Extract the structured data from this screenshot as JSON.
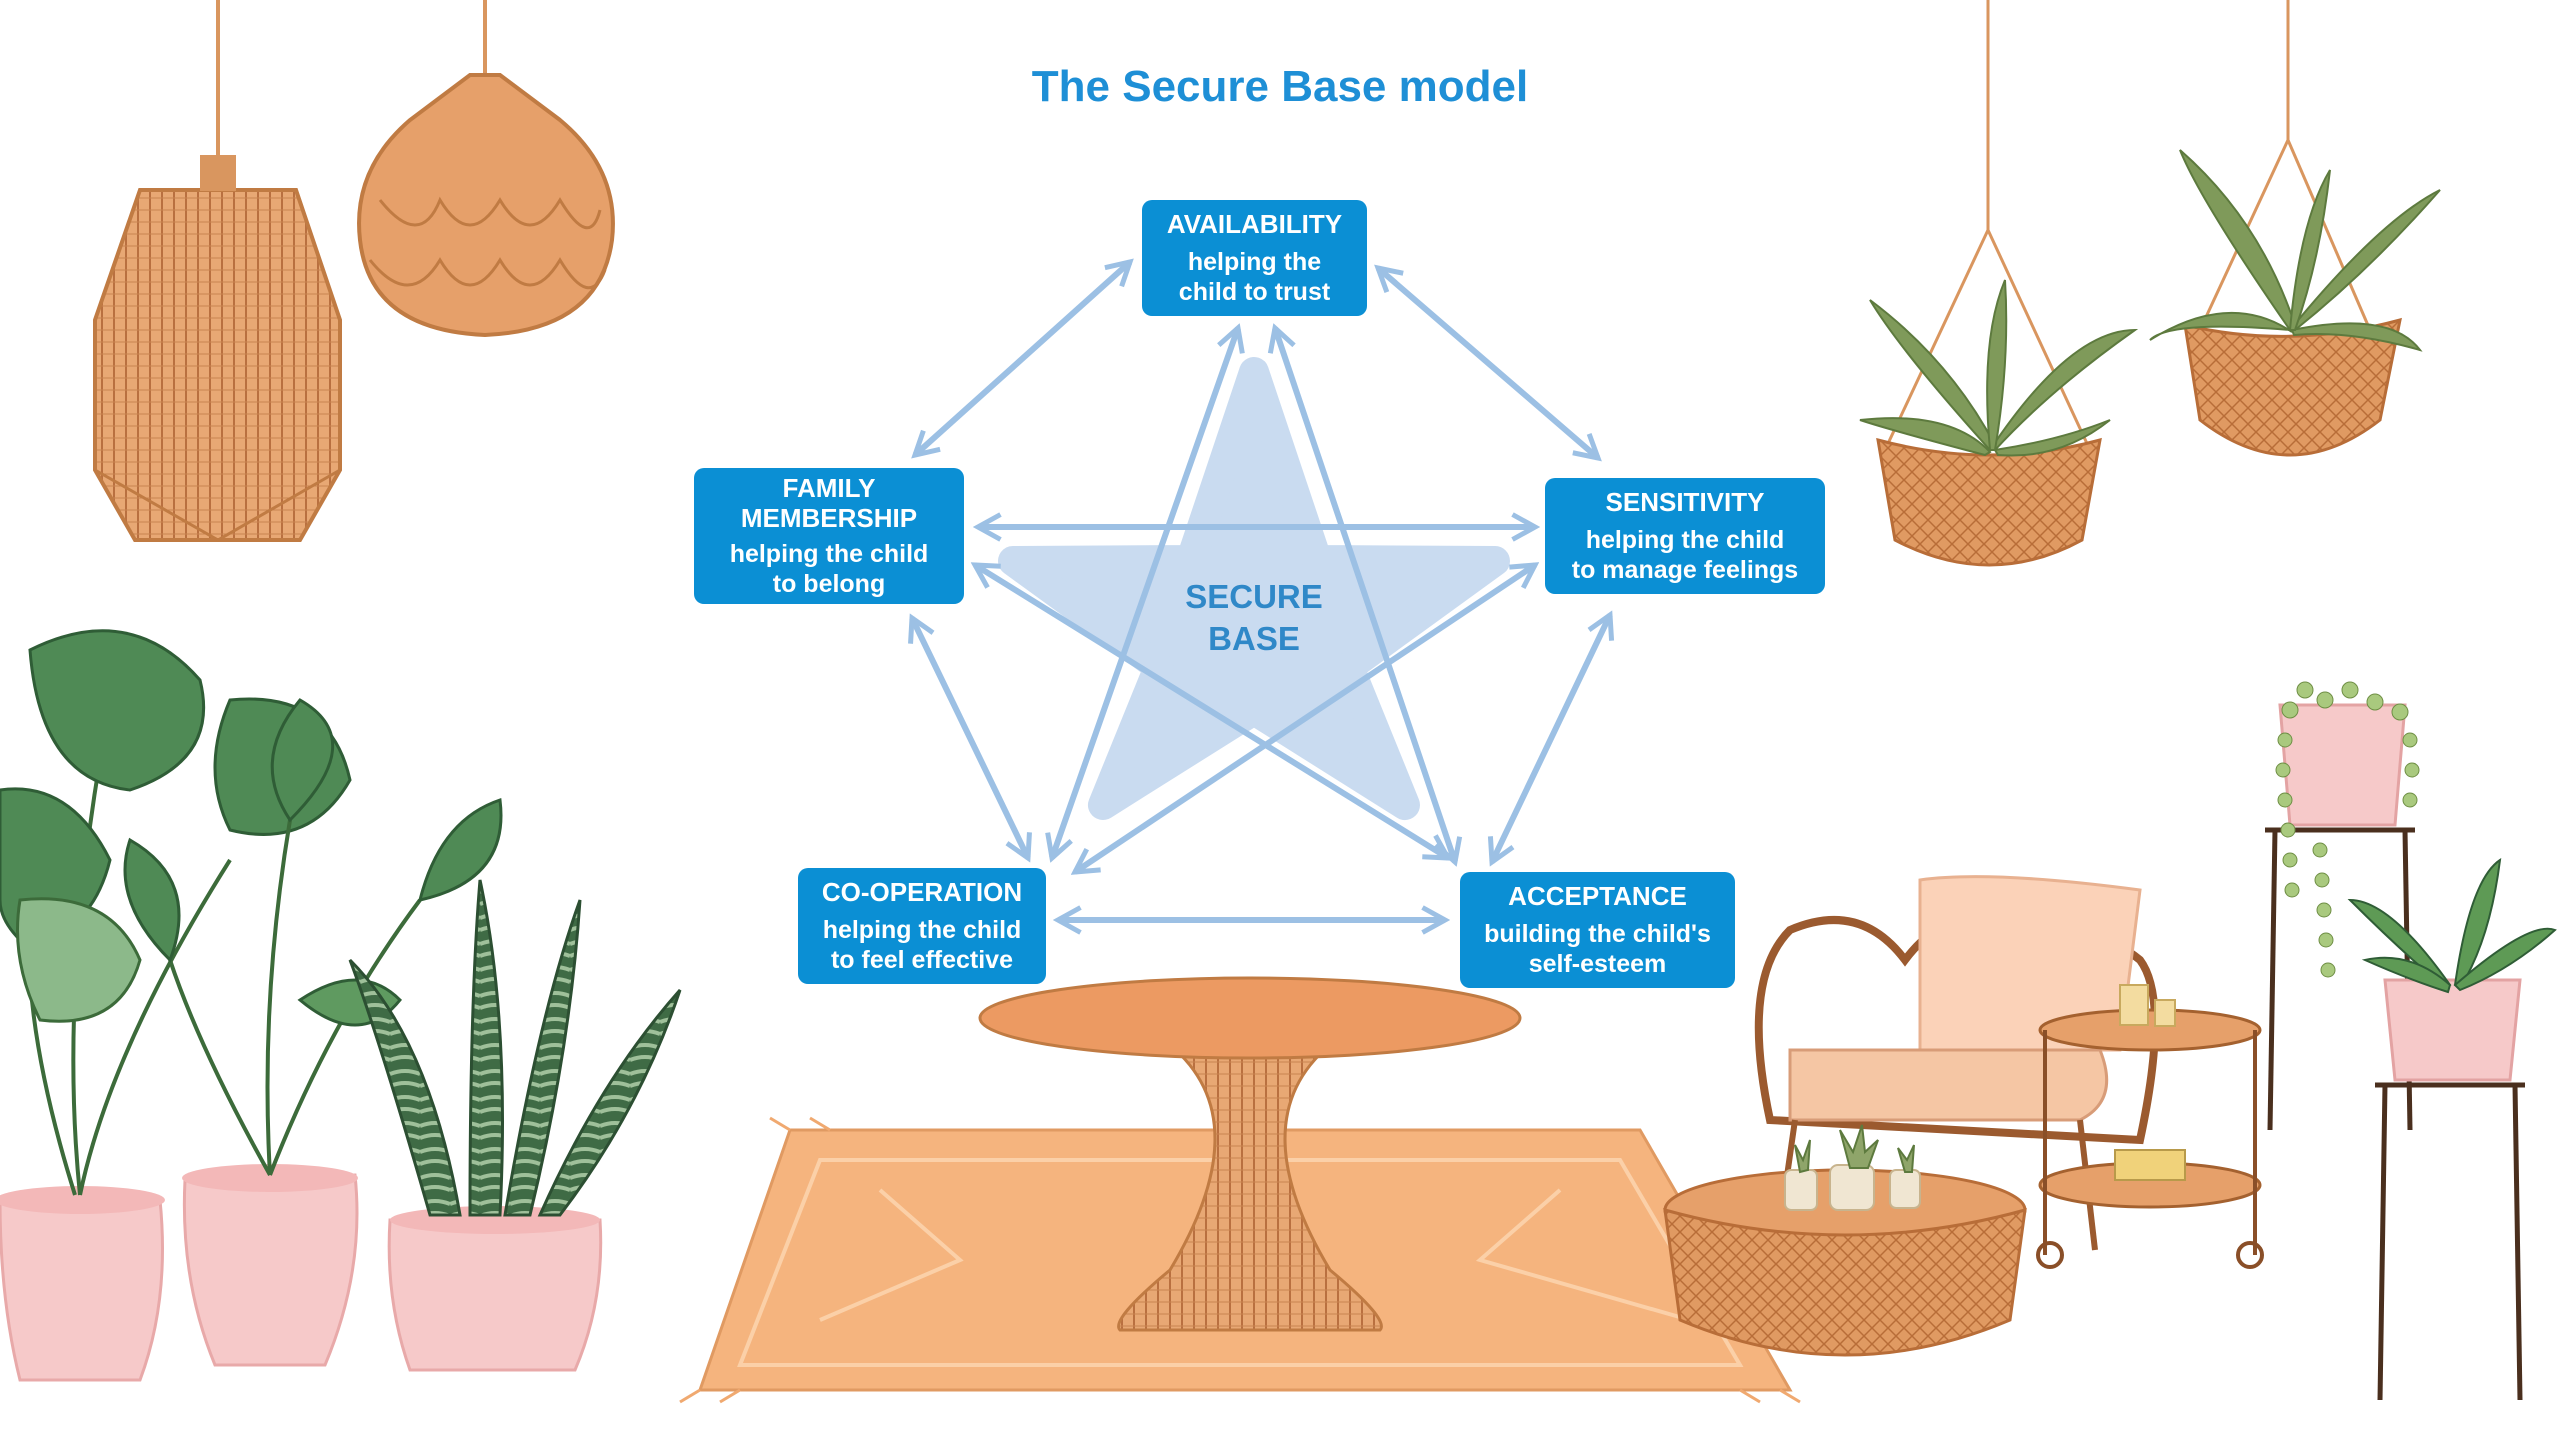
{
  "title": "The Secure Base model",
  "center": {
    "line1": "SECURE",
    "line2": "BASE"
  },
  "nodes": {
    "availability": {
      "heading": "AVAILABILITY",
      "line1": "helping the",
      "line2": "child to trust"
    },
    "family": {
      "heading1": "FAMILY",
      "heading2": "MEMBERSHIP",
      "line1": "helping the child",
      "line2": "to belong"
    },
    "sensitivity": {
      "heading": "SENSITIVITY",
      "line1": "helping the child",
      "line2": "to manage feelings"
    },
    "cooperation": {
      "heading": "CO-OPERATION",
      "line1": "helping the child",
      "line2": "to feel effective"
    },
    "acceptance": {
      "heading": "ACCEPTANCE",
      "line1": "building the child's",
      "line2": "self-esteem"
    }
  },
  "colors": {
    "node_fill": "#0b8fd4",
    "arrow": "#9cc0e4",
    "star": "#c9dbf0",
    "title": "#1e8fd6",
    "wicker": "#d9965f",
    "plant_green": "#5f8f4e",
    "pot_pink": "#f6c9c9",
    "rug": "#f5b47e"
  },
  "decor_icons": [
    "pendant-lamp-icon",
    "hanging-plant-icon",
    "monstera-plant-icon",
    "snake-plant-icon",
    "coffee-table-icon",
    "rug-icon",
    "rattan-chair-icon",
    "side-cart-icon",
    "plant-stand-icon"
  ]
}
